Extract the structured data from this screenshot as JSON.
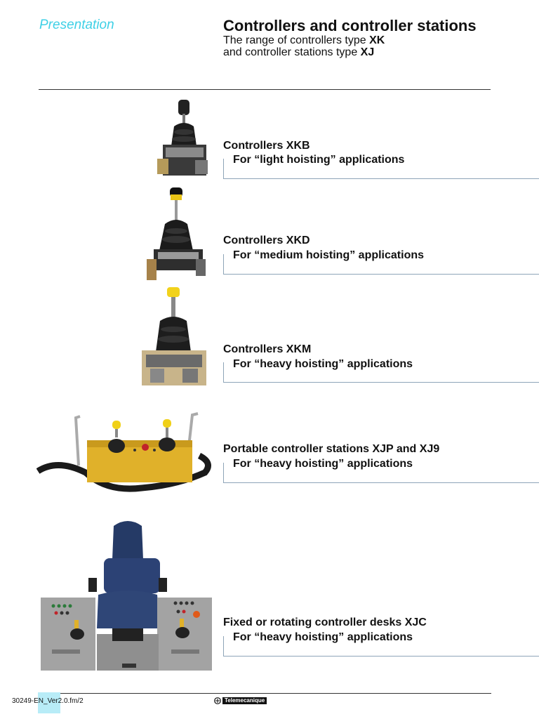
{
  "header": {
    "section_label": "Presentation",
    "title": "Controllers and controller stations",
    "subtitle_line1_prefix": "The range of controllers type ",
    "subtitle_line1_bold": "XK",
    "subtitle_line2_prefix": "and controller stations type ",
    "subtitle_line2_bold": "XJ"
  },
  "items": [
    {
      "title": "Controllers XKB",
      "subtitle": "For “light hoisting” applications",
      "image": "xkb-controller-image"
    },
    {
      "title": "Controllers XKD",
      "subtitle": "For “medium hoisting” applications",
      "image": "xkd-controller-image"
    },
    {
      "title": "Controllers XKM",
      "subtitle": "For “heavy hoisting” applications",
      "image": "xkm-controller-image"
    },
    {
      "title": "Portable controller stations XJP and XJ9",
      "subtitle": "For “heavy hoisting” applications",
      "image": "portable-station-image"
    },
    {
      "title": "Fixed or rotating controller desks XJC",
      "subtitle": "For “heavy hoisting” applications",
      "image": "controller-desk-image"
    }
  ],
  "footer": {
    "file_name": "30249-EN_Ver2.0.fm/2",
    "brand": "Telemecanique"
  },
  "colors": {
    "section_label": "#3fd0e6",
    "rule_lines": "#8ea4b8",
    "footer_highlight": "#b8ecf7"
  }
}
